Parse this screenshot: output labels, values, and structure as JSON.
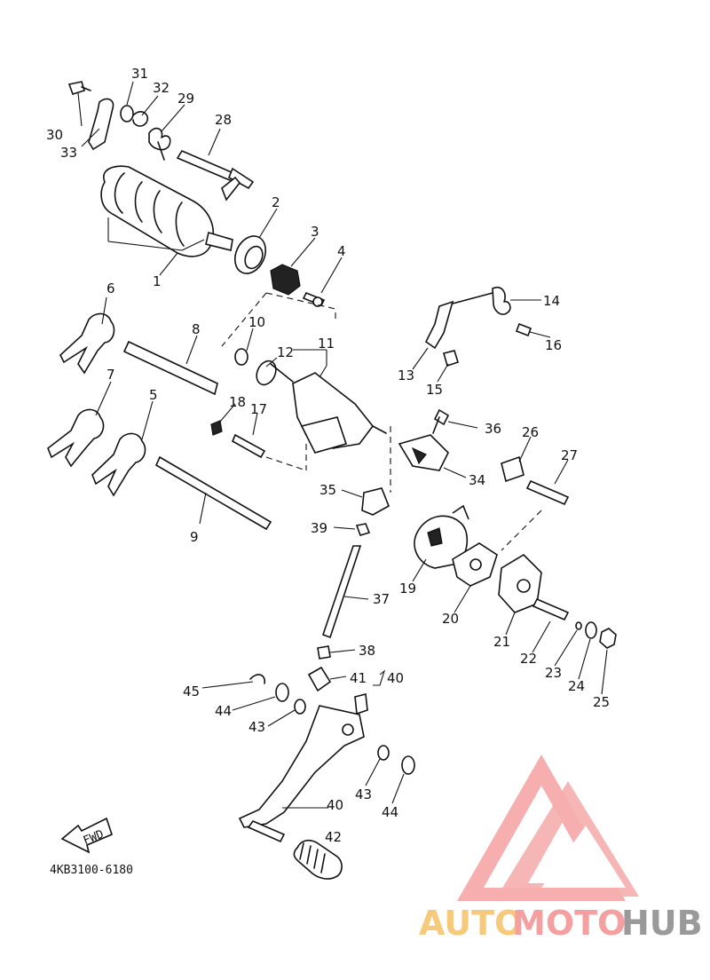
{
  "diagram": {
    "part_labels": [
      "1",
      "2",
      "3",
      "4",
      "5",
      "6",
      "7",
      "8",
      "9",
      "10",
      "11",
      "12",
      "13",
      "14",
      "15",
      "16",
      "17",
      "18",
      "19",
      "20",
      "21",
      "22",
      "23",
      "24",
      "25",
      "26",
      "27",
      "28",
      "29",
      "30",
      "31",
      "32",
      "33",
      "34",
      "35",
      "36",
      "37",
      "38",
      "39",
      "40",
      "41",
      "40",
      "42",
      "43",
      "44",
      "45",
      "43",
      "44"
    ],
    "direction_arrow_text": "FWD",
    "drawing_code": "4KB3100-6180"
  },
  "watermark": {
    "brand_part1": "AUTO",
    "brand_part2": "MOTO",
    "brand_part3": "HUB",
    "colors": {
      "accent": "#f5a0a0",
      "auto": "#f7c97a",
      "moto": "#f5a0a0",
      "hub": "#9a9a9a"
    }
  }
}
